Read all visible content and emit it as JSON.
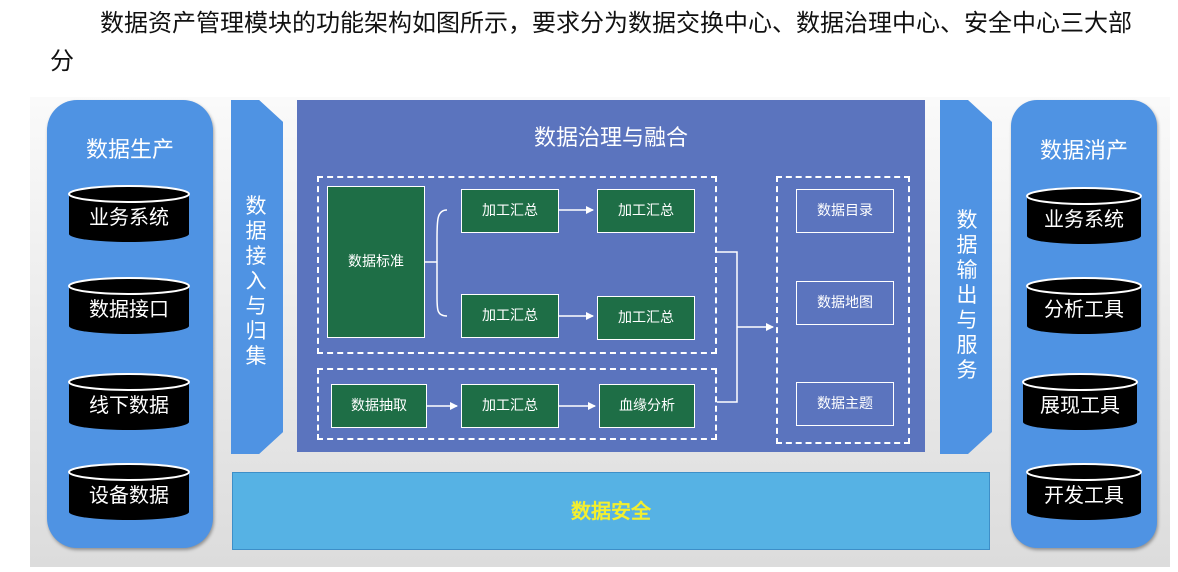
{
  "intro_text": "数据资产管理模块的功能架构如图所示，要求分为数据交换中心、数据治理中心、安全中心三大部分",
  "left_panel": {
    "title": "数据生产",
    "items": [
      "业务系统",
      "数据接口",
      "线下数据",
      "设备数据"
    ]
  },
  "ingest_arrow": {
    "label": "数据接入与归集"
  },
  "center": {
    "title": "数据治理与融合",
    "standard": "数据标准",
    "process_rows": [
      [
        "加工汇总",
        "加工汇总"
      ],
      [
        "加工汇总",
        "加工汇总"
      ]
    ],
    "extraction_row": [
      "数据抽取",
      "加工汇总",
      "血缘分析"
    ],
    "outputs": [
      "数据目录",
      "数据地图",
      "数据主题"
    ]
  },
  "output_arrow": {
    "label": "数据输出与服务"
  },
  "right_panel": {
    "title": "数据消产",
    "items": [
      "业务系统",
      "分析工具",
      "展现工具",
      "开发工具"
    ]
  },
  "security": {
    "label": "数据安全"
  },
  "colors": {
    "panel_blue": "#4f93e3",
    "center_blue": "#5b74be",
    "box_green": "#1e6e46",
    "security_blue": "#56b2e4",
    "security_text": "#f3ef2e"
  }
}
